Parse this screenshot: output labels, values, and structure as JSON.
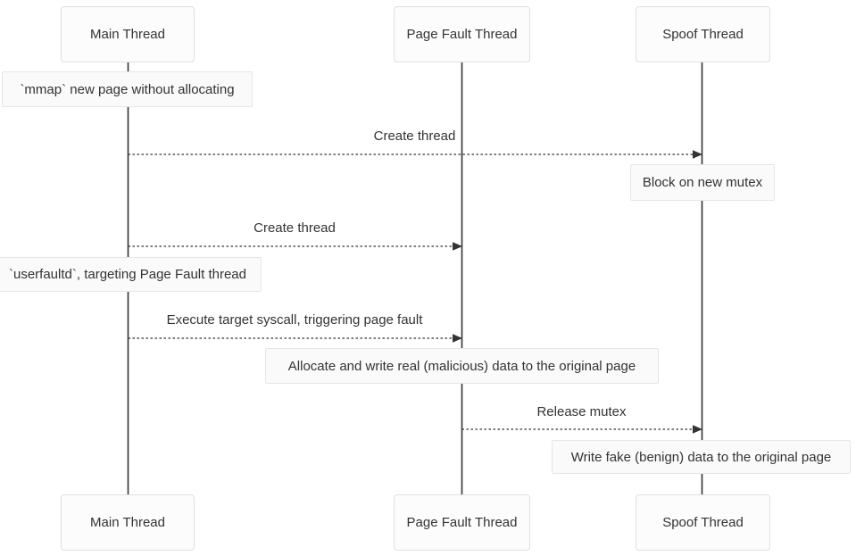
{
  "diagram": {
    "type": "sequence",
    "actors": [
      {
        "id": "main-thread",
        "label": "Main Thread"
      },
      {
        "id": "page-fault-thread",
        "label": "Page Fault Thread"
      },
      {
        "id": "spoof-thread",
        "label": "Spoof Thread"
      }
    ],
    "messages": [
      {
        "label": "Create thread",
        "from": "main-thread",
        "to": "spoof-thread",
        "line": "dashed"
      },
      {
        "label": "Create thread",
        "from": "main-thread",
        "to": "page-fault-thread",
        "line": "dashed"
      },
      {
        "label": "Execute target syscall, triggering page fault",
        "from": "main-thread",
        "to": "page-fault-thread",
        "line": "dashed"
      },
      {
        "label": "Release mutex",
        "from": "page-fault-thread",
        "to": "spoof-thread",
        "line": "dashed"
      }
    ],
    "notes": [
      {
        "text": "`mmap` new page without allocating",
        "over": "main-thread"
      },
      {
        "text": "Block on new mutex",
        "over": "spoof-thread"
      },
      {
        "text": "`userfaultd`, targeting Page Fault thread",
        "over": "main-thread"
      },
      {
        "text": "Allocate and write real (malicious) data to the original page",
        "over": "page-fault-thread"
      },
      {
        "text": "Write fake (benign) data to the original page",
        "over": "spoof-thread"
      }
    ],
    "colors": {
      "line": "#333333",
      "text": "#333333",
      "actor_fill": "#fcfcfc",
      "actor_border": "#dfdfdf",
      "note_fill": "#fafafa",
      "note_border": "#e6e6e6",
      "background": "#ffffff"
    }
  }
}
